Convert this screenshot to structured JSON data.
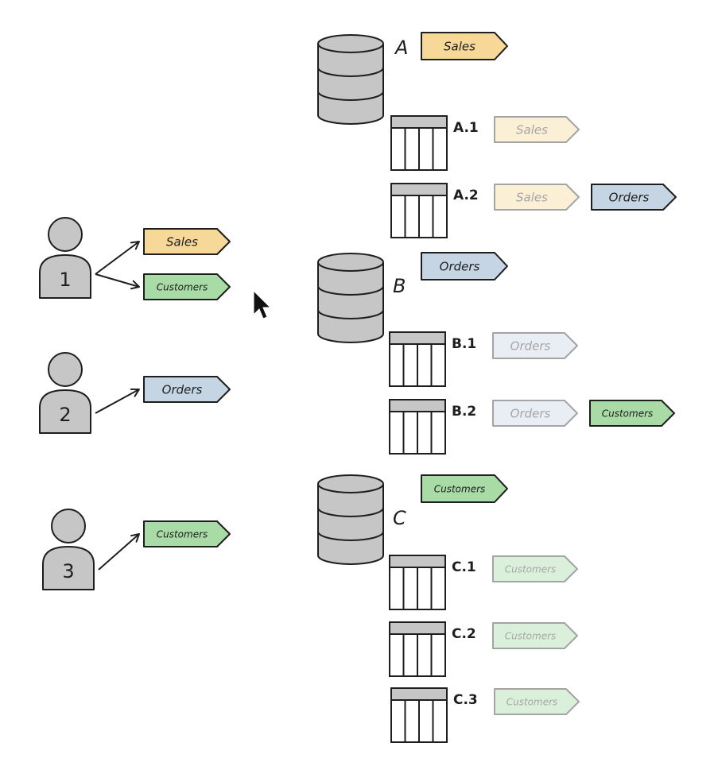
{
  "colors": {
    "sales": "#f7d899",
    "orders": "#c6d5e4",
    "customers": "#a8dba5",
    "person": "#c6c6c6",
    "db": "#c6c6c6",
    "ink": "#1e1e1e",
    "table_header": "#c6c6c6"
  },
  "icons": {
    "person": "person-icon",
    "database": "database-icon",
    "table": "table-icon",
    "tag": "tag-icon",
    "cursor": "mouse-cursor-icon"
  },
  "users": [
    {
      "label": "1",
      "tags": [
        {
          "text": "Sales",
          "kind": "sales"
        },
        {
          "text": "Customers",
          "kind": "customers"
        }
      ]
    },
    {
      "label": "2",
      "tags": [
        {
          "text": "Orders",
          "kind": "orders"
        }
      ]
    },
    {
      "label": "3",
      "tags": [
        {
          "text": "Customers",
          "kind": "customers"
        }
      ]
    }
  ],
  "databases": [
    {
      "label": "A",
      "tag": {
        "text": "Sales",
        "kind": "sales"
      },
      "tables": [
        {
          "label": "A.1",
          "tags": [
            {
              "text": "Sales",
              "kind": "sales",
              "inherited": true
            }
          ]
        },
        {
          "label": "A.2",
          "tags": [
            {
              "text": "Sales",
              "kind": "sales",
              "inherited": true
            },
            {
              "text": "Orders",
              "kind": "orders",
              "inherited": false
            }
          ]
        }
      ]
    },
    {
      "label": "B",
      "tag": {
        "text": "Orders",
        "kind": "orders"
      },
      "tables": [
        {
          "label": "B.1",
          "tags": [
            {
              "text": "Orders",
              "kind": "orders",
              "inherited": true
            }
          ]
        },
        {
          "label": "B.2",
          "tags": [
            {
              "text": "Orders",
              "kind": "orders",
              "inherited": true
            },
            {
              "text": "Customers",
              "kind": "customers",
              "inherited": false
            }
          ]
        }
      ]
    },
    {
      "label": "C",
      "tag": {
        "text": "Customers",
        "kind": "customers"
      },
      "tables": [
        {
          "label": "C.1",
          "tags": [
            {
              "text": "Customers",
              "kind": "customers",
              "inherited": true
            }
          ]
        },
        {
          "label": "C.2",
          "tags": [
            {
              "text": "Customers",
              "kind": "customers",
              "inherited": true
            }
          ]
        },
        {
          "label": "C.3",
          "tags": [
            {
              "text": "Customers",
              "kind": "customers",
              "inherited": true
            }
          ]
        }
      ]
    }
  ]
}
